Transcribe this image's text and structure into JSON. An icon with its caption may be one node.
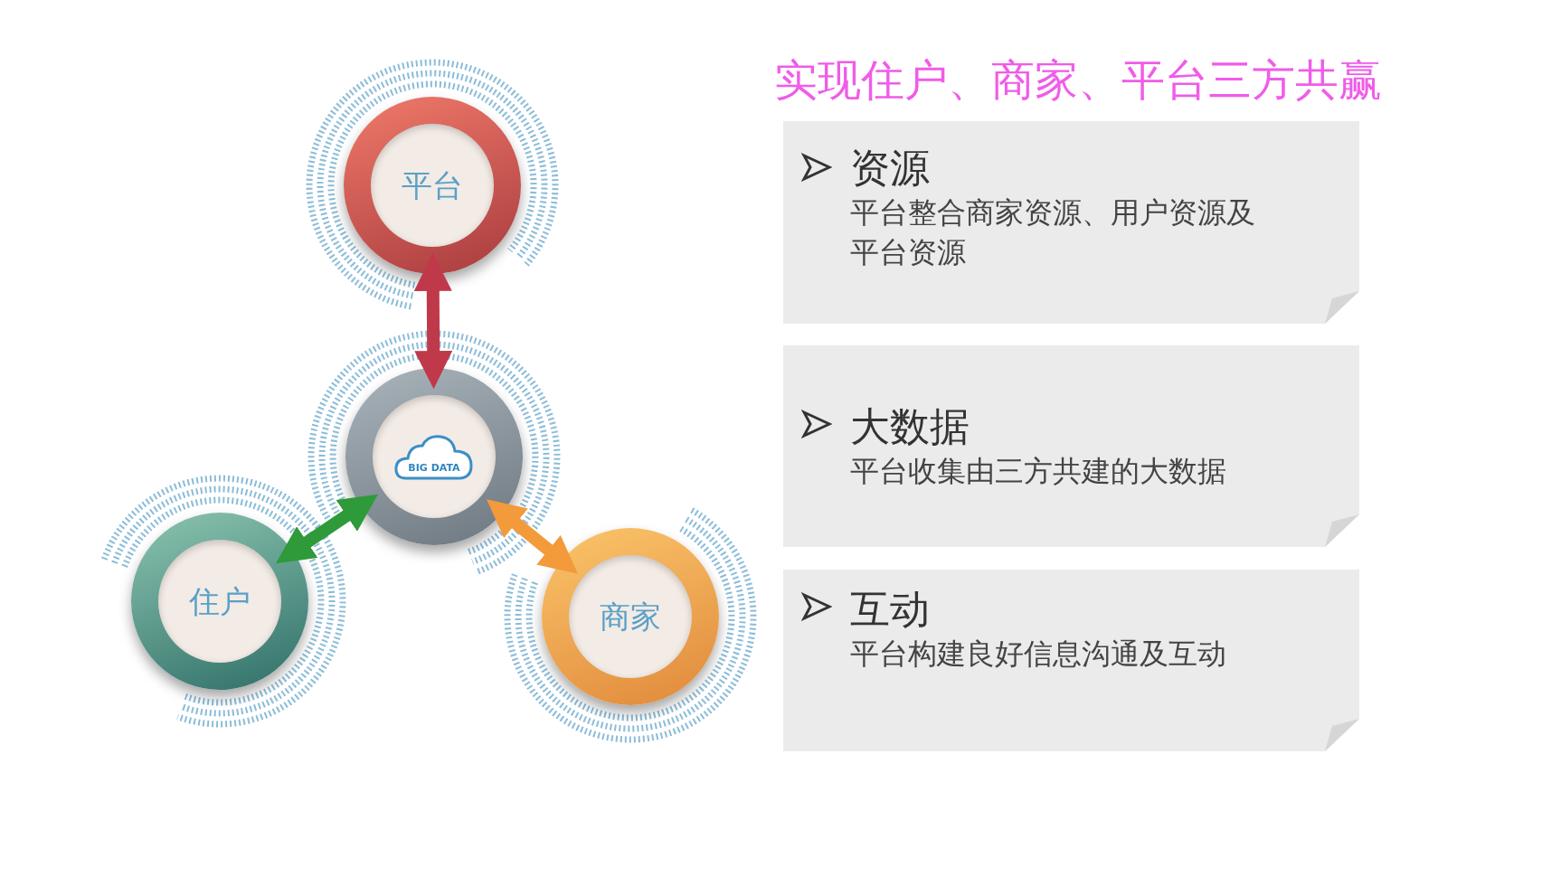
{
  "diagram": {
    "title": "实现住户、商家、平台三方共赢",
    "nodes": [
      {
        "text": [
          "平台"
        ]
      },
      {
        "text": [
          "BIG DATA"
        ]
      },
      {
        "text": [
          "住户"
        ]
      },
      {
        "text": [
          "商家"
        ]
      },
      {
        "text": [
          "资源",
          "平台整合商家资源、用户资源及平台资源"
        ]
      },
      {
        "text": [
          "大数据",
          "平台收集由三方共建的大数据"
        ]
      },
      {
        "text": [
          "互动",
          "平台构建良好信息沟通及互动"
        ]
      }
    ],
    "edges": [
      {
        "from": 0,
        "to": 1,
        "arrow": "both",
        "color": "#c0394a"
      },
      {
        "from": 2,
        "to": 1,
        "arrow": "both",
        "color": "#2e9a3a"
      },
      {
        "from": 3,
        "to": 1,
        "arrow": "both",
        "color": "#f39a3a"
      }
    ]
  }
}
